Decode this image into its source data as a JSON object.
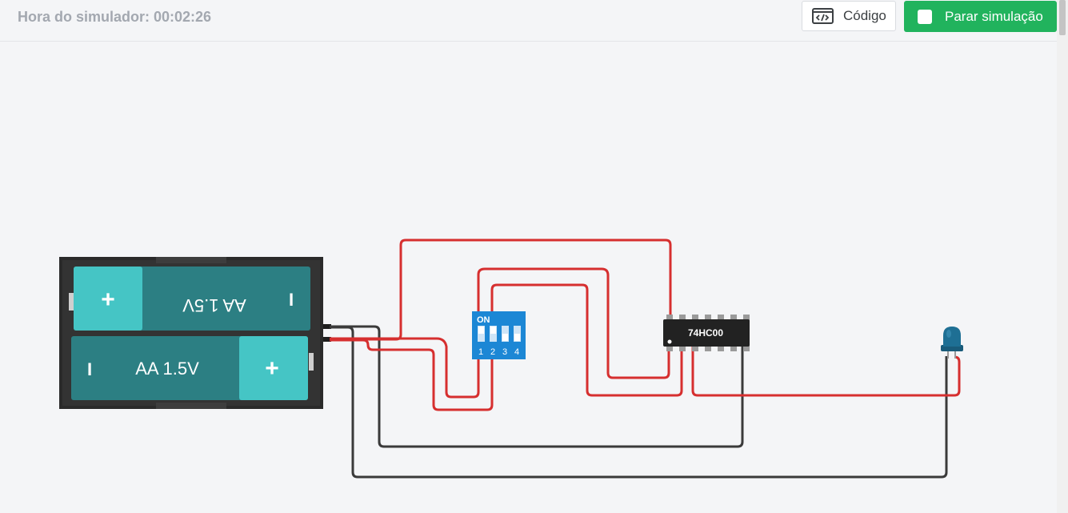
{
  "toolbar": {
    "sim_time": "Hora do simulador: 00:02:26",
    "code_label": "Código",
    "stop_label": "Parar simulação",
    "stop_color": "#21b35d"
  },
  "circuit": {
    "battery_top": {
      "label": "AA 1.5V",
      "plus": "+",
      "minus": "I"
    },
    "battery_bottom": {
      "label": "AA 1.5V",
      "plus": "+",
      "minus": "I"
    },
    "dip_switch": {
      "on_label": "ON",
      "pins": [
        "1",
        "2",
        "3",
        "4"
      ]
    },
    "ic_label": "74HC00",
    "wire_colors": {
      "red": "#d62f2f",
      "black": "#3a3a3a"
    },
    "led_color": "#1e6f94"
  }
}
